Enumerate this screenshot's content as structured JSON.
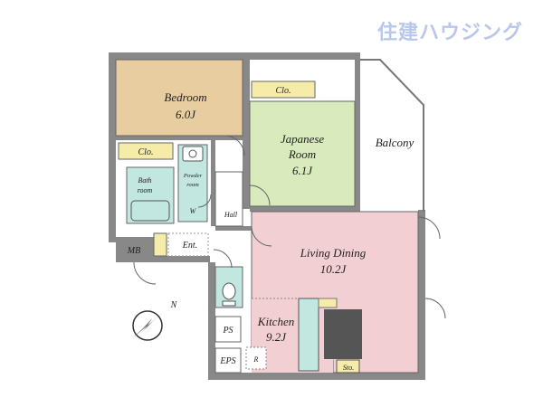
{
  "brand": {
    "logo_text": "住建ハウジング"
  },
  "rooms": {
    "bedroom": {
      "name": "Bedroom",
      "size": "6.0J"
    },
    "japanese": {
      "name_line1": "Japanese",
      "name_line2": "Room",
      "size": "6.1J"
    },
    "balcony": {
      "name": "Balcony"
    },
    "living": {
      "name": "Living Dining",
      "size": "10.2J"
    },
    "kitchen": {
      "name": "Kitchen",
      "size": "9.2J"
    },
    "bath": {
      "name_line1": "Bath",
      "name_line2": "room"
    },
    "powder": {
      "name_line1": "Powder",
      "name_line2": "room"
    },
    "hall": {
      "name": "Hall"
    },
    "entrance": {
      "name": "Ent."
    }
  },
  "labels": {
    "closet_top": "Clo.",
    "closet_left": "Clo.",
    "washer": "W",
    "mb": "MB",
    "ps": "PS",
    "eps": "EPS",
    "fridge": "R",
    "storage": "Sto."
  },
  "compass": {
    "north": "N"
  },
  "colors": {
    "wall": "#888888",
    "bedroom": "#e8cda1",
    "japanese": "#d9ebbd",
    "living": "#f2cfd2",
    "wet": "#c2e6e0",
    "entrance": "#f5eca9"
  }
}
